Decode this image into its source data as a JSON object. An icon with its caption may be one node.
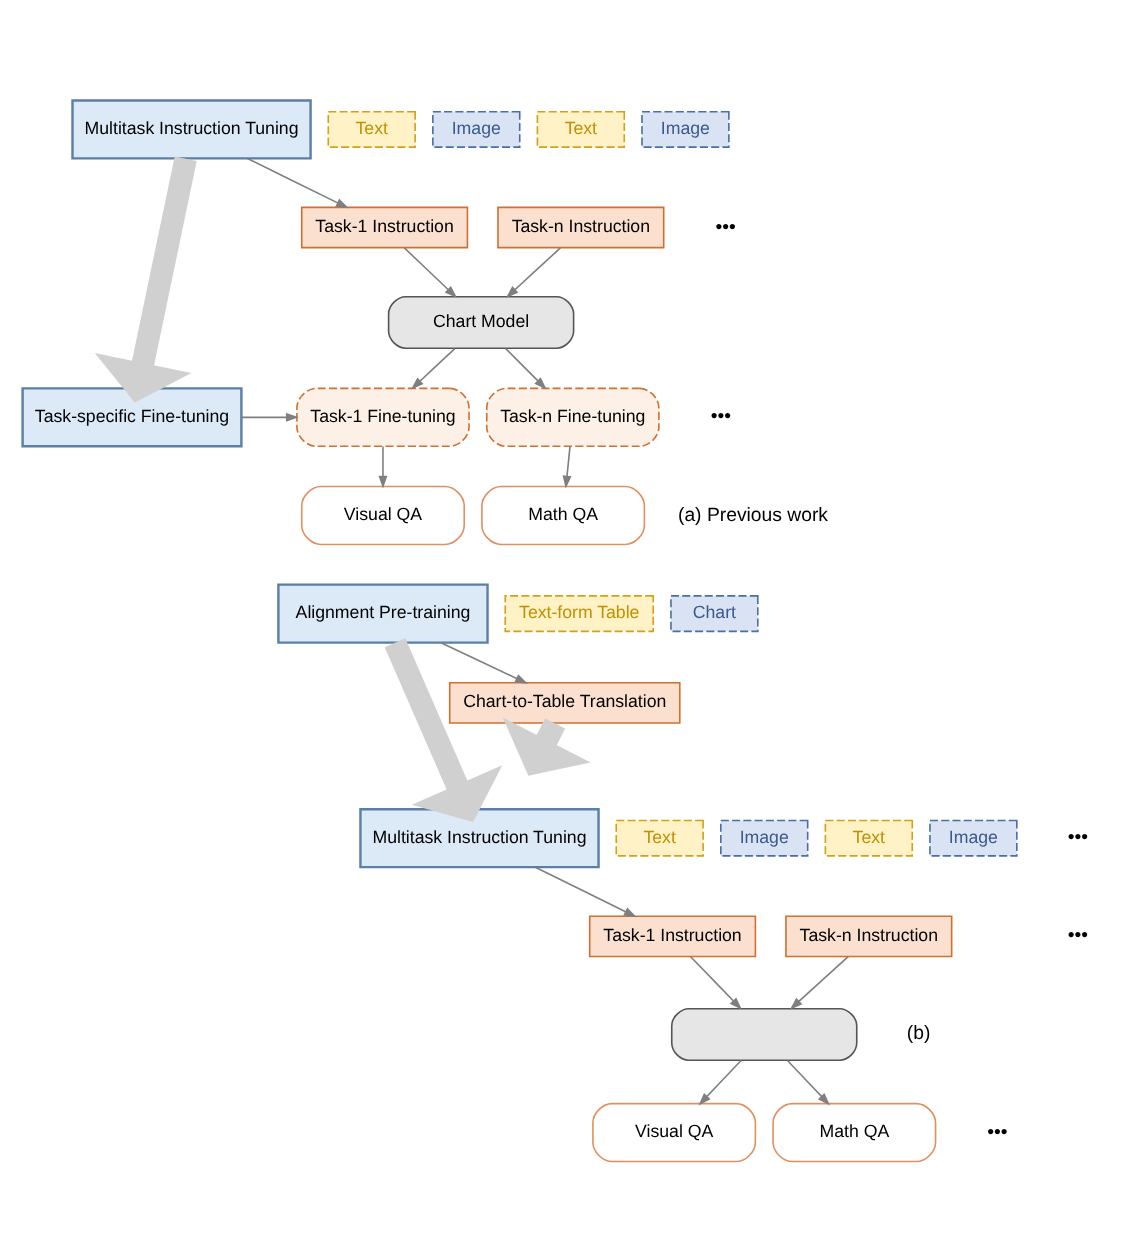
{
  "diagram": {
    "nodes": [
      {
        "text": [
          "Multitask Instruction Tuning"
        ]
      },
      {
        "text": [
          "Text"
        ]
      },
      {
        "text": [
          "Image"
        ]
      },
      {
        "text": [
          "Task-1 Instruction"
        ]
      },
      {
        "text": [
          "Text"
        ]
      },
      {
        "text": [
          "Image"
        ]
      },
      {
        "text": [
          "Task-n Instruction"
        ]
      },
      {
        "text": [
          "Chart Model"
        ]
      },
      {
        "text": [
          "Task-specific Fine-tuning"
        ]
      },
      {
        "text": [
          "Task-1 Fine-tuning"
        ]
      },
      {
        "text": [
          "Task-n Fine-tuning"
        ]
      },
      {
        "text": [
          "Visual QA"
        ]
      },
      {
        "text": [
          "Math QA"
        ]
      },
      {
        "text": [
          "Alignment Pre-training"
        ]
      },
      {
        "text": [
          "Text-form Table"
        ]
      },
      {
        "text": [
          "Chart"
        ]
      },
      {
        "text": [
          "Chart-to-Table Translation"
        ]
      },
      {
        "text": [
          "Multitask Instruction Tuning"
        ]
      },
      {
        "text": [
          "Text"
        ]
      },
      {
        "text": [
          "Image"
        ]
      },
      {
        "text": [
          "Task-1 Instruction"
        ]
      },
      {
        "text": [
          "Text"
        ]
      },
      {
        "text": [
          "Image"
        ]
      },
      {
        "text": [
          "Task-n Instruction"
        ]
      },
      {
        "text": [],
        "shape": "box"
      },
      {
        "text": [
          "Visual QA"
        ]
      },
      {
        "text": [
          "Math QA"
        ]
      }
    ],
    "edges": [
      {
        "from": 0,
        "to": 3,
        "arrow": "to"
      },
      {
        "from": 3,
        "to": 7,
        "arrow": "to"
      },
      {
        "from": 6,
        "to": 7,
        "arrow": "to"
      },
      {
        "from": 0,
        "to": 8,
        "arrow": "to",
        "style": "thick",
        "color": "#d0d0d0"
      },
      {
        "from": 7,
        "to": 9,
        "arrow": "to"
      },
      {
        "from": 7,
        "to": 10,
        "arrow": "to"
      },
      {
        "from": 8,
        "to": 9,
        "arrow": "to"
      },
      {
        "from": 9,
        "to": 11,
        "arrow": "to"
      },
      {
        "from": 10,
        "to": 12,
        "arrow": "to"
      },
      {
        "from": 13,
        "to": 16,
        "arrow": "to"
      },
      {
        "from": 13,
        "to": 17,
        "arrow": "to",
        "style": "thick",
        "color": "#d0d0d0"
      },
      {
        "from": 16,
        "to": null,
        "arrow": "to",
        "style": "thick",
        "color": "#d0d0d0"
      },
      {
        "from": 17,
        "to": 20,
        "arrow": "to"
      },
      {
        "from": 20,
        "to": 24,
        "arrow": "to"
      },
      {
        "from": 23,
        "to": 24,
        "arrow": "to"
      },
      {
        "from": 24,
        "to": 25,
        "arrow": "to"
      },
      {
        "from": 24,
        "to": 26,
        "arrow": "to"
      }
    ],
    "labels": [
      "•••",
      "•••",
      "(a) Previous work",
      "•••",
      "•••",
      "•••",
      "(b)"
    ]
  }
}
